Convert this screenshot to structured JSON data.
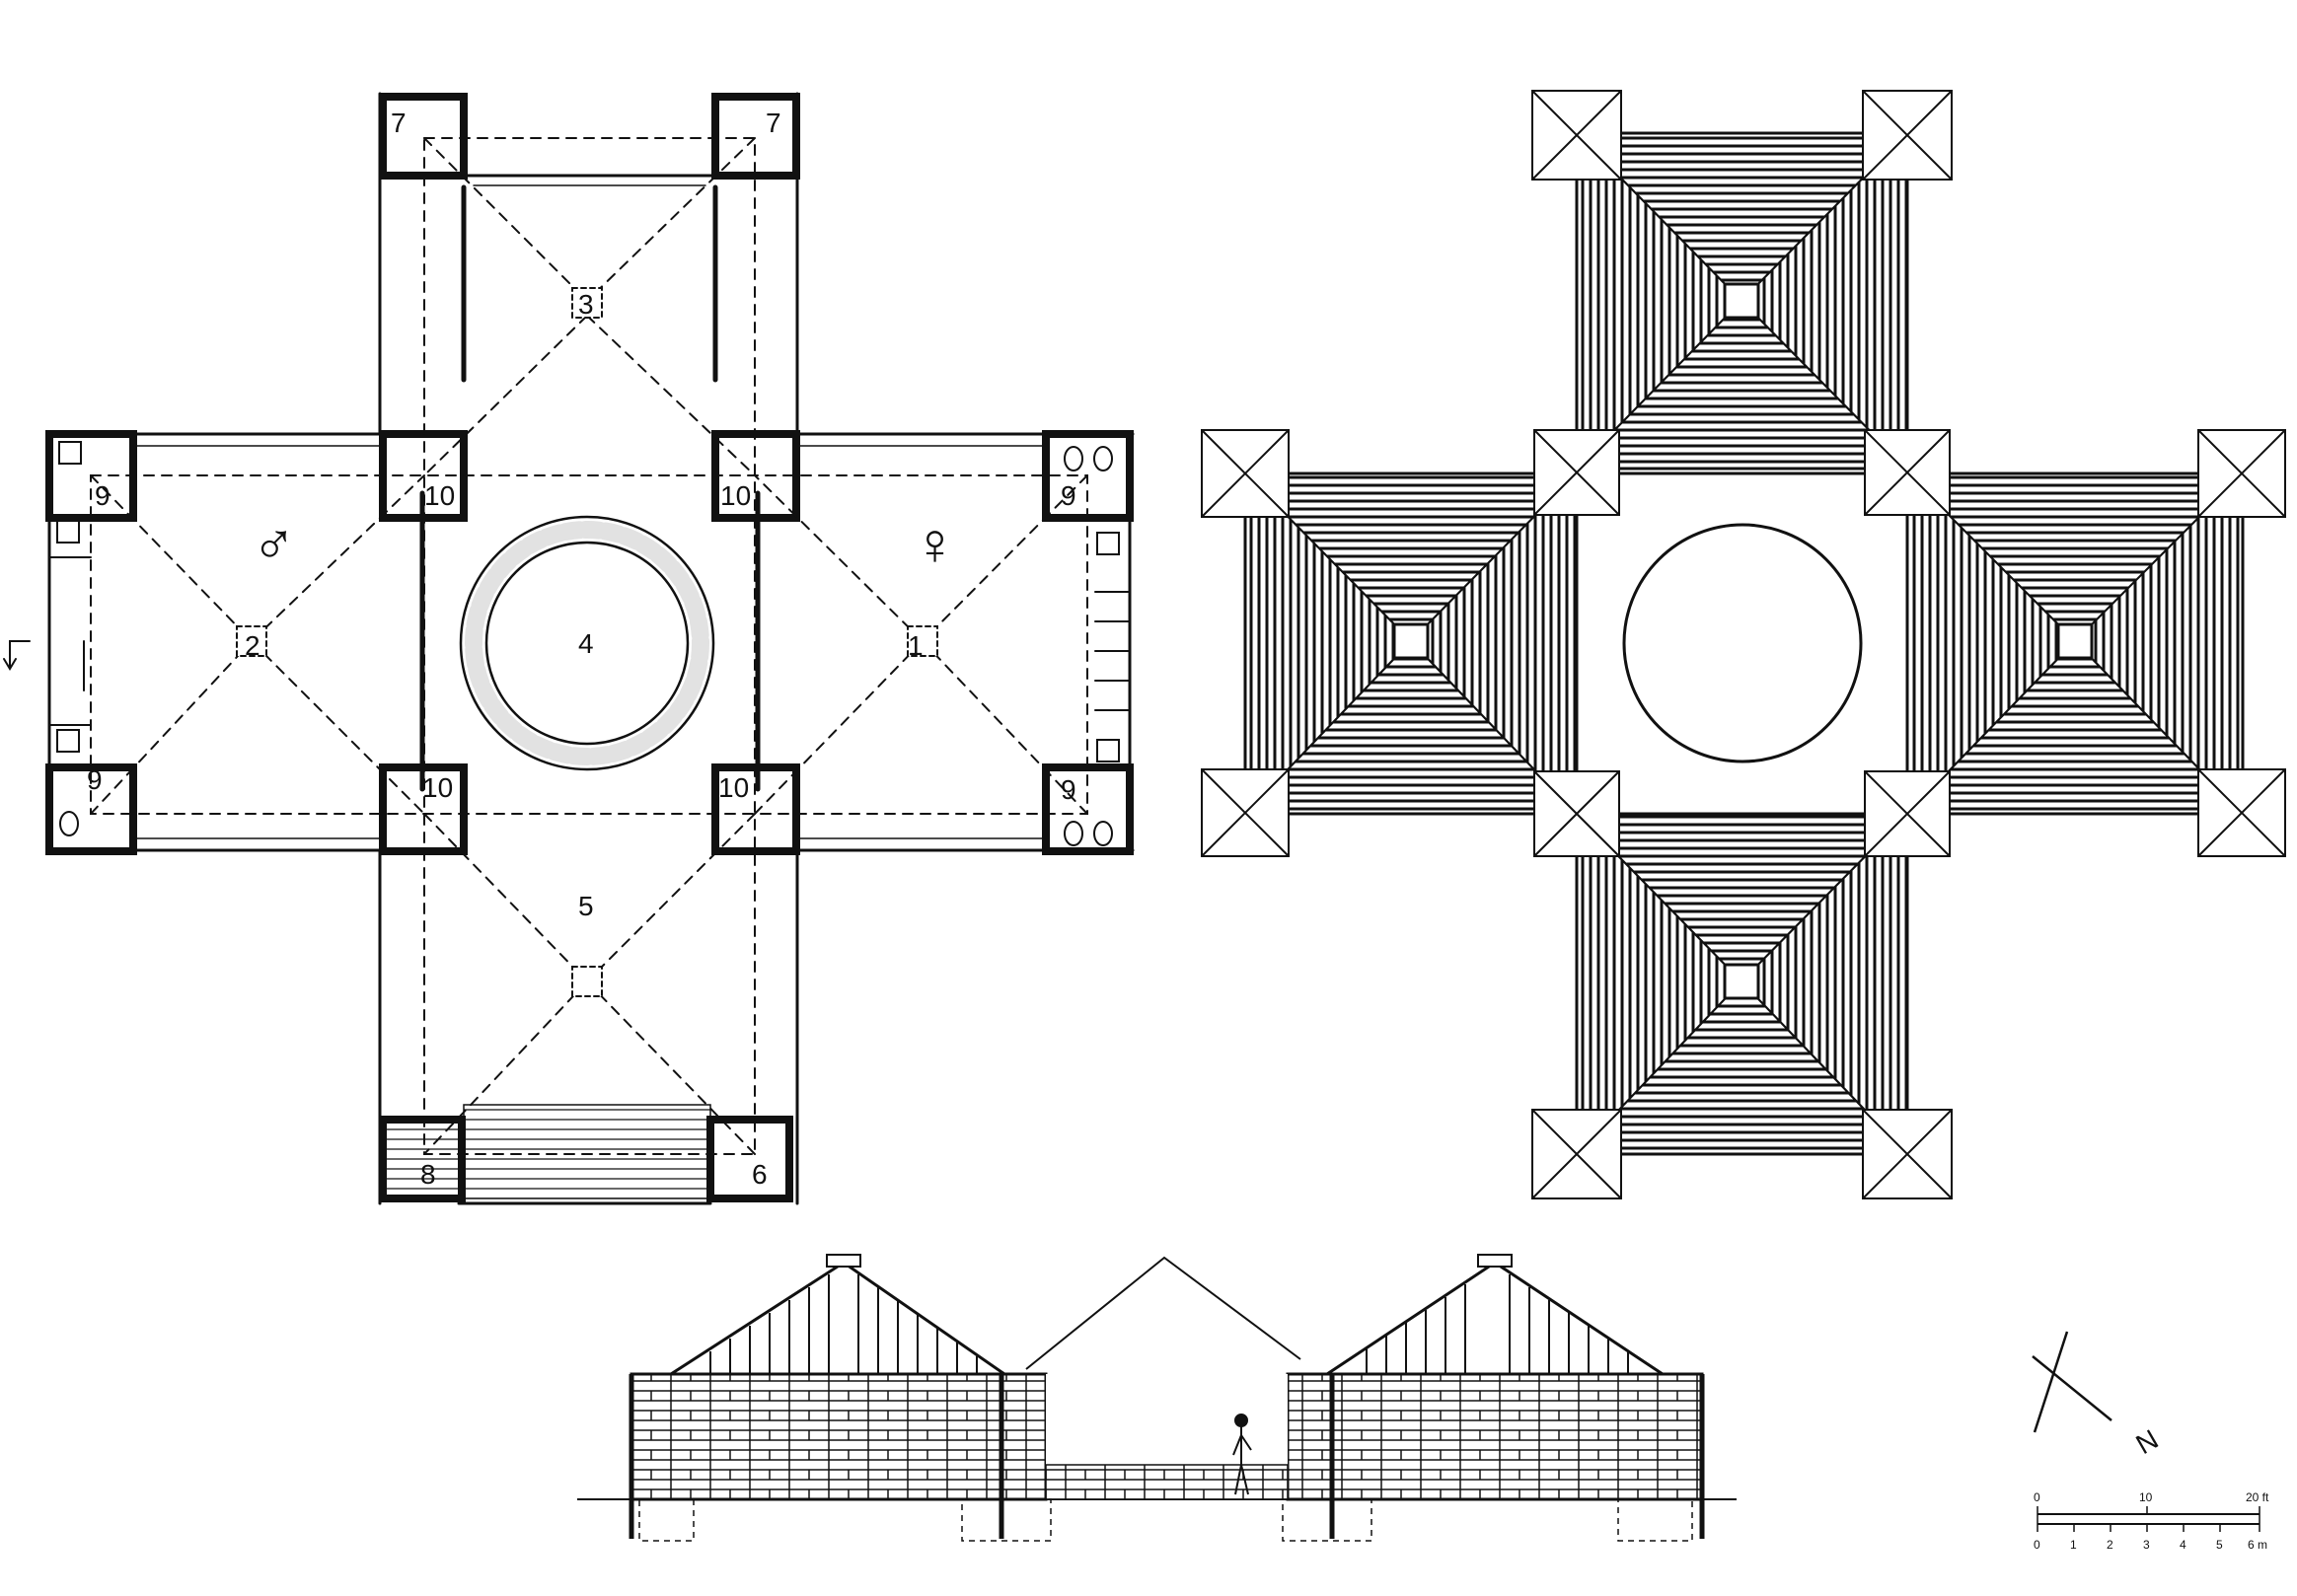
{
  "plan": {
    "room_numbers": {
      "n1": "1",
      "n2": "2",
      "n3": "3",
      "n4": "4",
      "n5": "5",
      "n6": "6",
      "n7a": "7",
      "n7b": "7",
      "n8": "8",
      "n9a": "9",
      "n9b": "9",
      "n9c": "9",
      "n9d": "9",
      "n10a": "10",
      "n10b": "10",
      "n10c": "10",
      "n10d": "10"
    },
    "male_symbol": "♂",
    "female_symbol": "♀"
  },
  "scale_bar": {
    "feet_ticks": [
      "0",
      "10",
      "20 ft"
    ],
    "meter_ticks": [
      "0",
      "1",
      "2",
      "3",
      "4",
      "5",
      "6 m"
    ]
  },
  "north_arrow": {
    "label": "N"
  },
  "colors": {
    "ink": "#111111",
    "paper": "#ffffff"
  }
}
